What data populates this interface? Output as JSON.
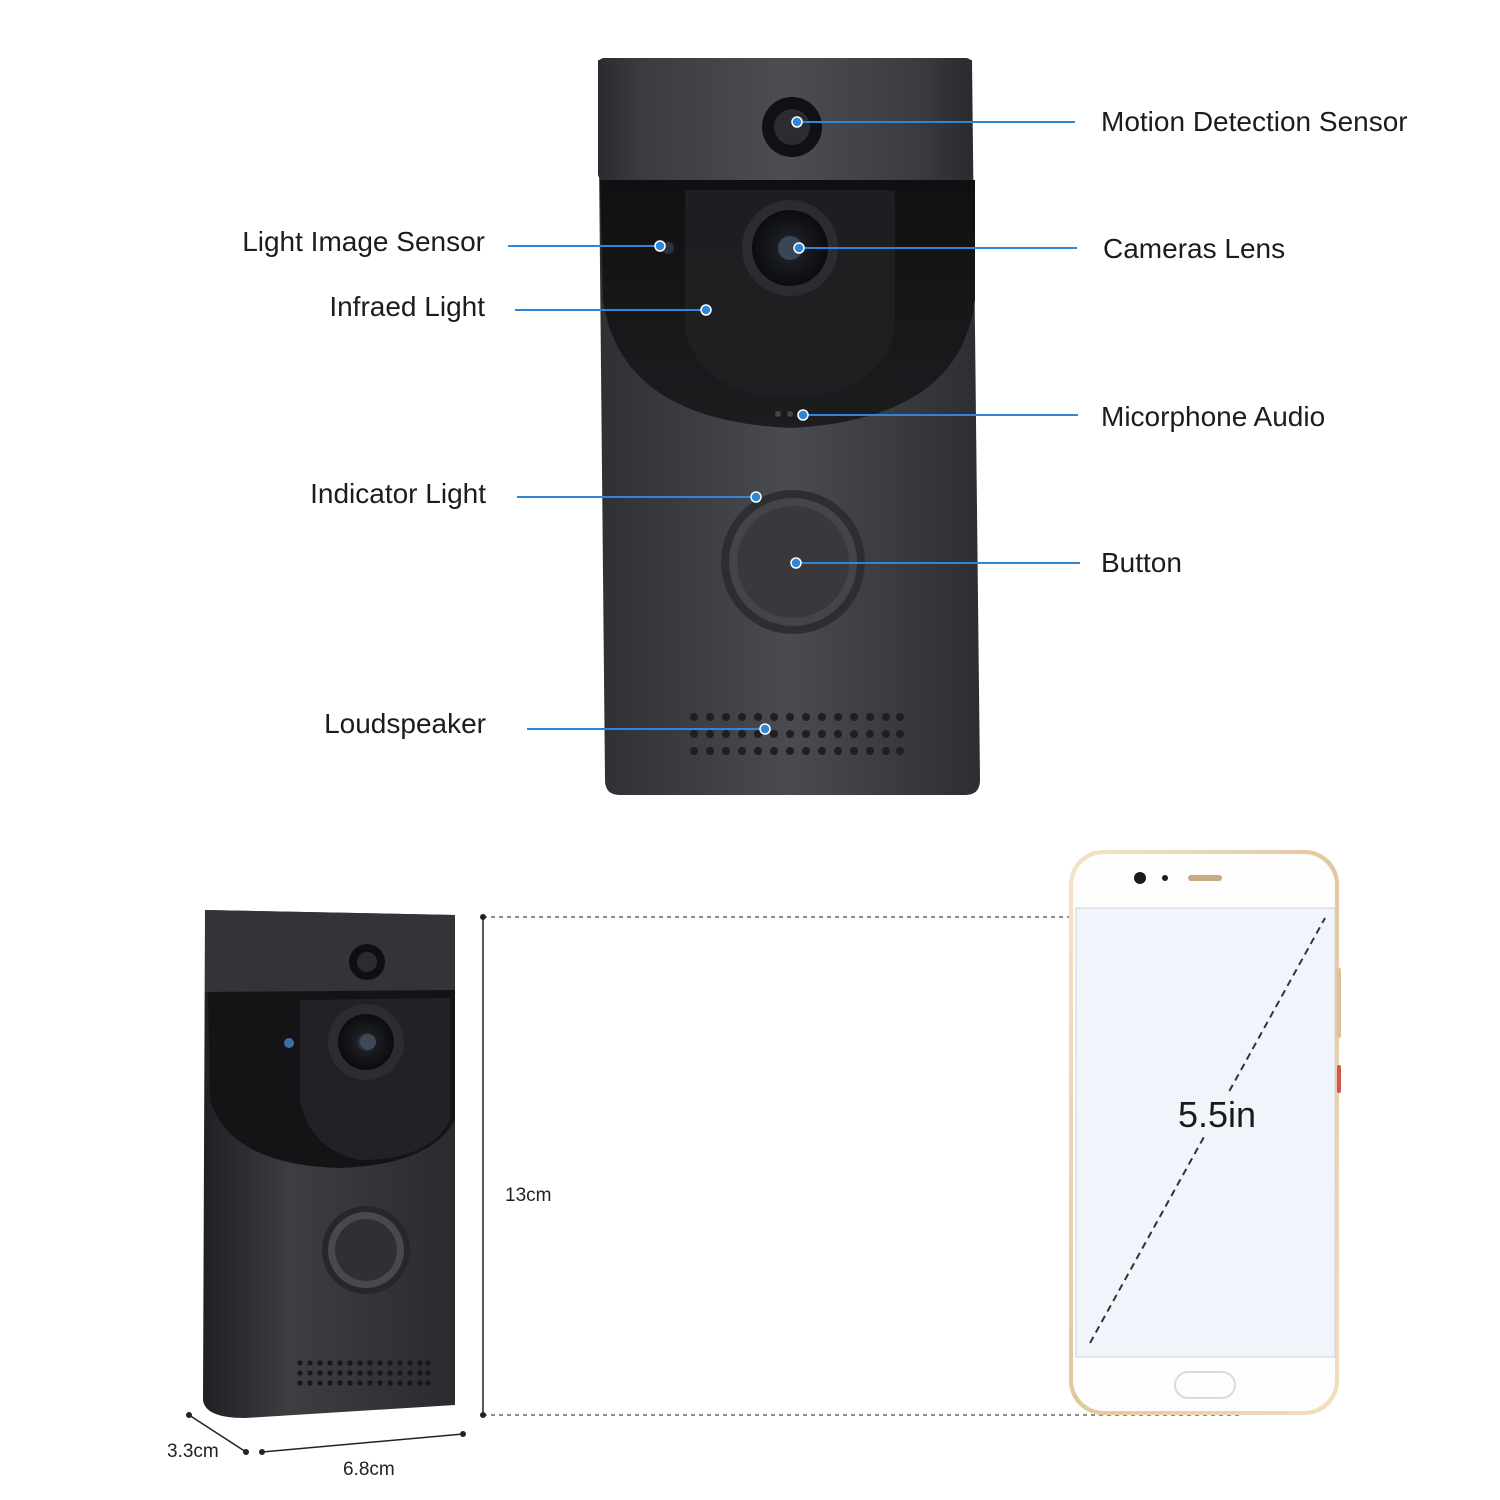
{
  "callouts": {
    "motion_sensor": "Motion Detection Sensor",
    "light_image_sensor": "Light Image Sensor",
    "camera_lens": "Cameras Lens",
    "infrared_light": "Infraed Light",
    "microphone": "Micorphone Audio",
    "indicator_light": "Indicator Light",
    "button": "Button",
    "loudspeaker": "Loudspeaker"
  },
  "dimensions": {
    "height": "13cm",
    "depth": "3.3cm",
    "width": "6.8cm",
    "phone_screen": "5.5in"
  },
  "colors": {
    "device_body": "#3d3e42",
    "callout_line": "#2f86d6",
    "phone_frame": "#e9d2b0"
  }
}
